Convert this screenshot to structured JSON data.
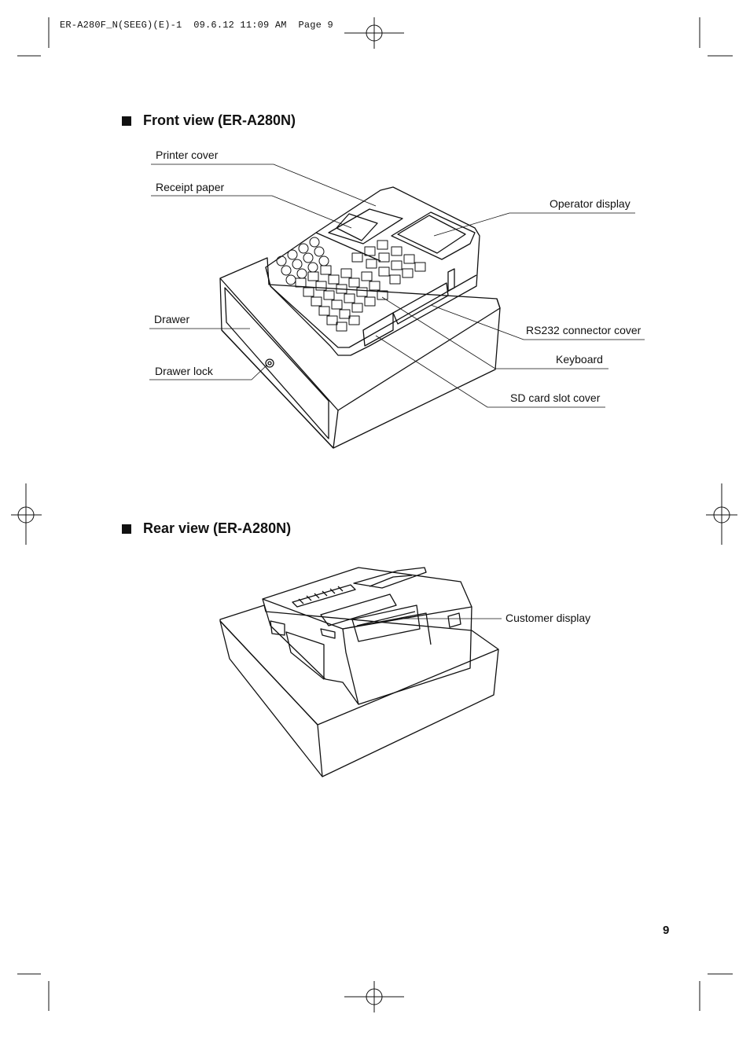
{
  "slug_line": "ER-A280F_N(SEEG)(E)-1  09.6.12 11:09 AM  Page 9",
  "front_view": {
    "title": "Front view (ER-A280N)",
    "labels": {
      "printer_cover": "Printer cover",
      "receipt_paper": "Receipt paper",
      "operator_display": "Operator display",
      "drawer": "Drawer",
      "rs232_cover": "RS232 connector cover",
      "keyboard": "Keyboard",
      "drawer_lock": "Drawer lock",
      "sd_card_cover": "SD card slot cover"
    }
  },
  "rear_view": {
    "title": "Rear view (ER-A280N)",
    "labels": {
      "customer_display": "Customer display"
    }
  },
  "page_number": "9"
}
